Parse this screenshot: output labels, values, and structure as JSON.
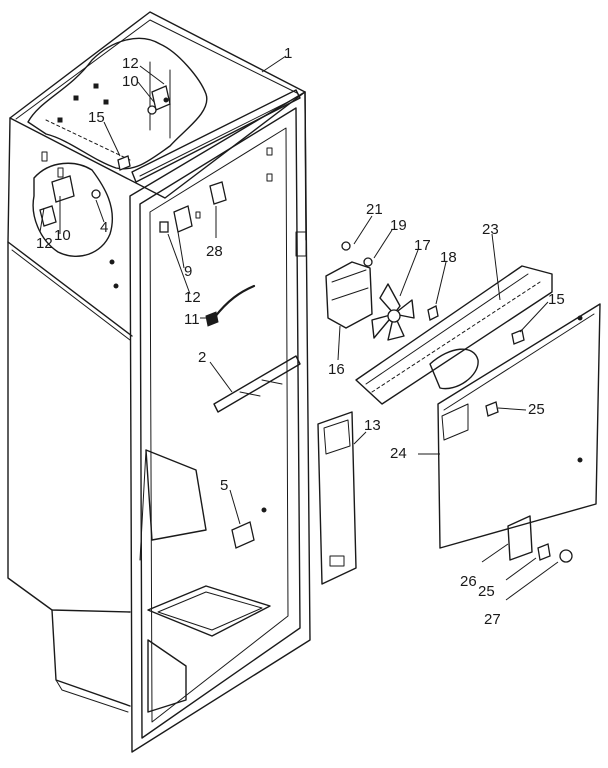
{
  "callouts": {
    "c1": "1",
    "c12a": "12",
    "c10a": "10",
    "c15a": "15",
    "c12b": "12",
    "c10b": "10",
    "c4": "4",
    "c28": "28",
    "c9": "9",
    "c12c": "12",
    "c11": "11",
    "c2": "2",
    "c5": "5",
    "c21": "21",
    "c19": "19",
    "c17": "17",
    "c18": "18",
    "c16": "16",
    "c23": "23",
    "c15b": "15",
    "c25a": "25",
    "c13": "13",
    "c24": "24",
    "c26": "26",
    "c25b": "25",
    "c27": "27"
  }
}
